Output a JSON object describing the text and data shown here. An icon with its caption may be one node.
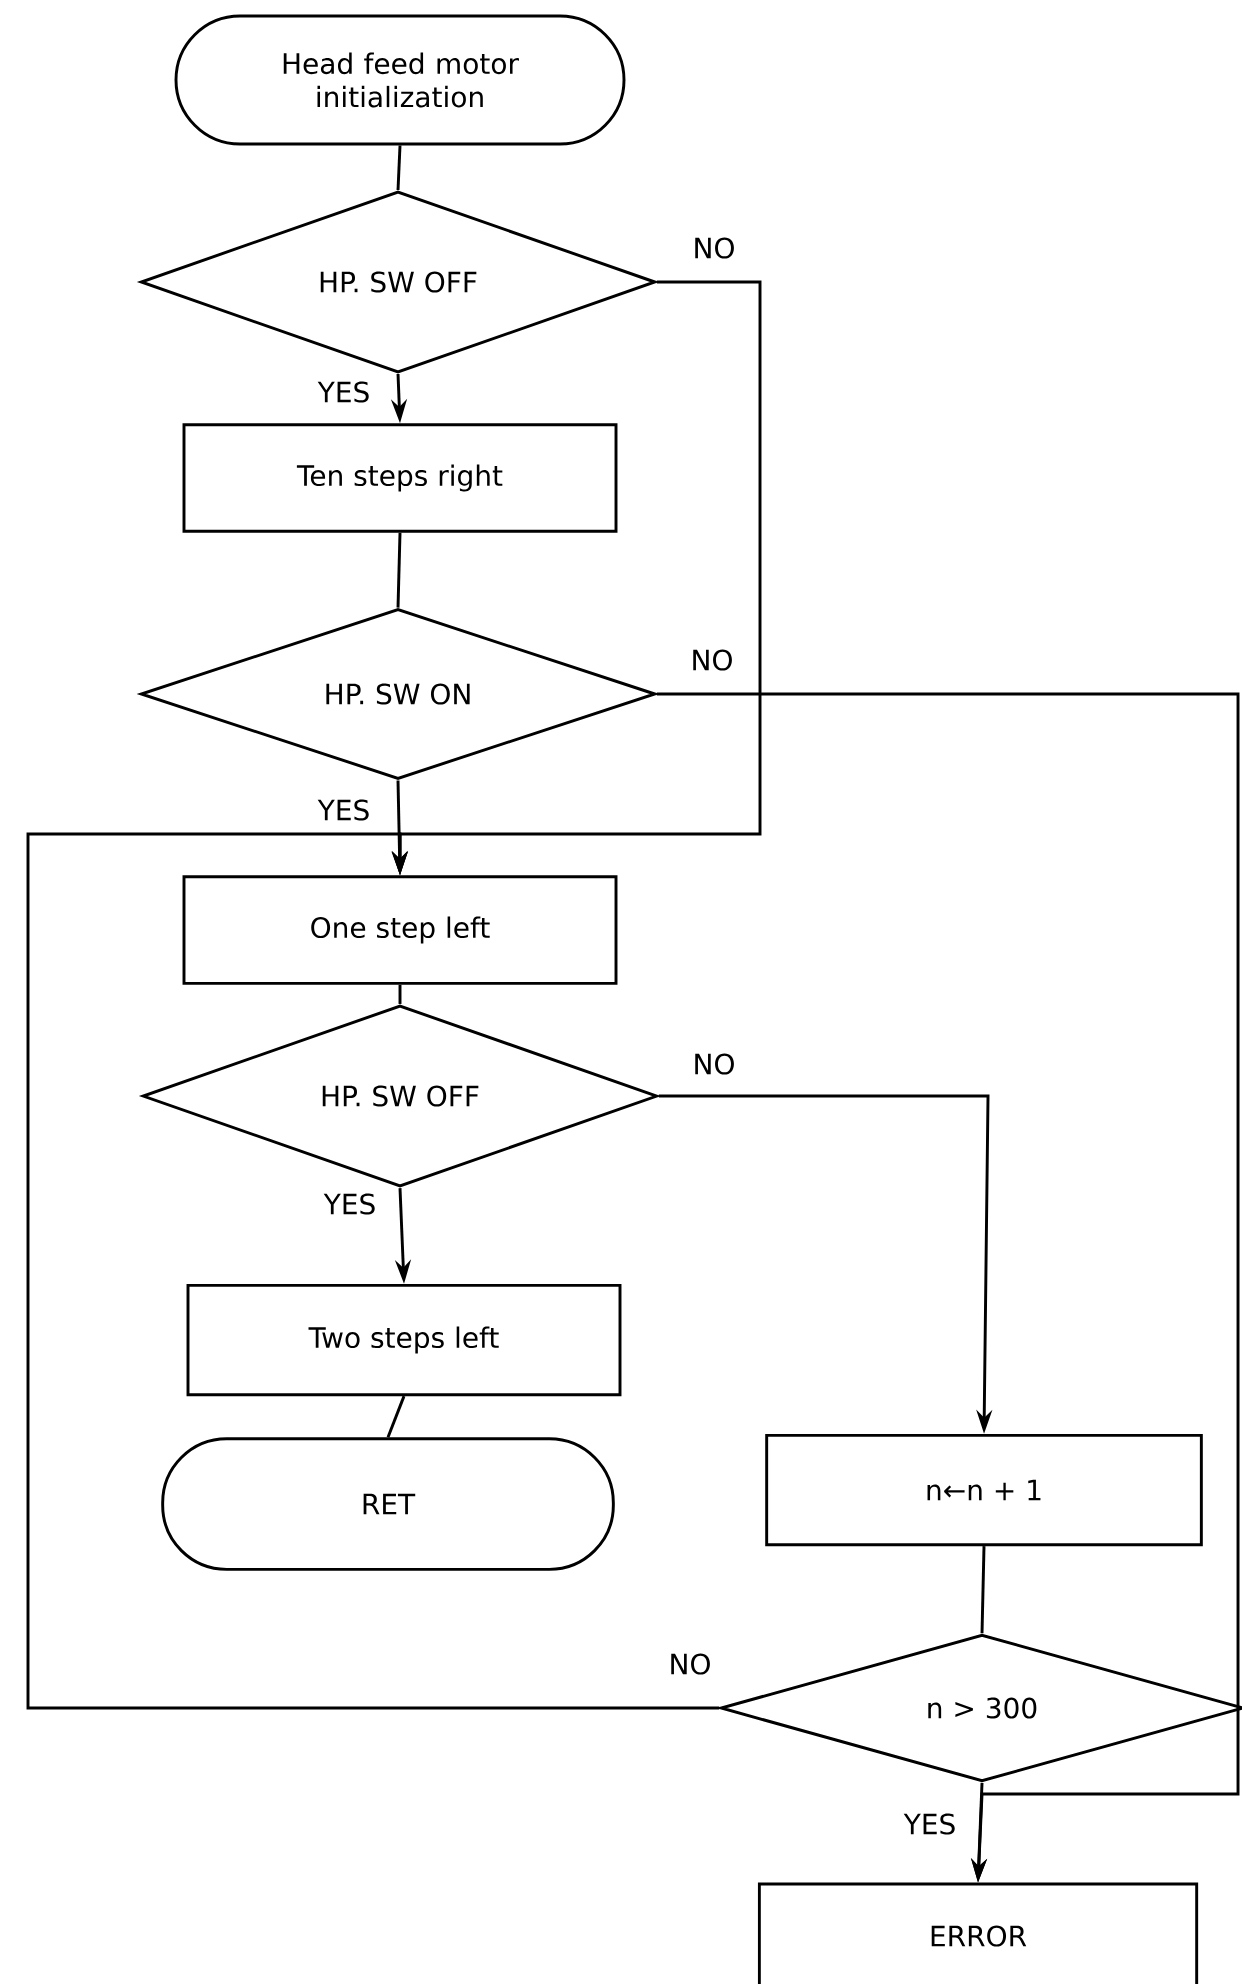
{
  "diagram": {
    "nodes": [
      {
        "text": [
          "Head feed motor initialization"
        ]
      },
      {
        "text": [
          "HP. SW OFF"
        ]
      },
      {
        "text": [
          "Ten steps right"
        ]
      },
      {
        "text": [
          "HP. SW ON"
        ]
      },
      {
        "text": [
          "One step left"
        ]
      },
      {
        "text": [
          "HP. SW OFF"
        ]
      },
      {
        "text": [
          "Two steps left"
        ]
      },
      {
        "text": [
          "RET"
        ]
      },
      {
        "text": [
          "n←n + 1"
        ]
      },
      {
        "text": [
          "n > 300"
        ]
      },
      {
        "text": [
          "ERROR"
        ]
      }
    ],
    "edges": [
      {
        "from": 0,
        "to": 1,
        "arrow": "none"
      },
      {
        "from": 1,
        "to": 2,
        "arrow": "to",
        "label": "YES"
      },
      {
        "from": 1,
        "to": 4,
        "arrow": "to",
        "label": "NO"
      },
      {
        "from": 2,
        "to": 3,
        "arrow": "none"
      },
      {
        "from": 3,
        "to": 4,
        "arrow": "to",
        "label": "YES"
      },
      {
        "from": 3,
        "to": 10,
        "arrow": "to",
        "label": "NO"
      },
      {
        "from": 4,
        "to": 5,
        "arrow": "none"
      },
      {
        "from": 5,
        "to": 6,
        "arrow": "to",
        "label": "YES"
      },
      {
        "from": 5,
        "to": 8,
        "arrow": "to",
        "label": "NO"
      },
      {
        "from": 6,
        "to": 7,
        "arrow": "none"
      },
      {
        "from": 8,
        "to": 9,
        "arrow": "none"
      },
      {
        "from": 9,
        "to": 4,
        "arrow": "to",
        "label": "NO"
      },
      {
        "from": 9,
        "to": 10,
        "arrow": "to",
        "label": "YES"
      }
    ]
  }
}
